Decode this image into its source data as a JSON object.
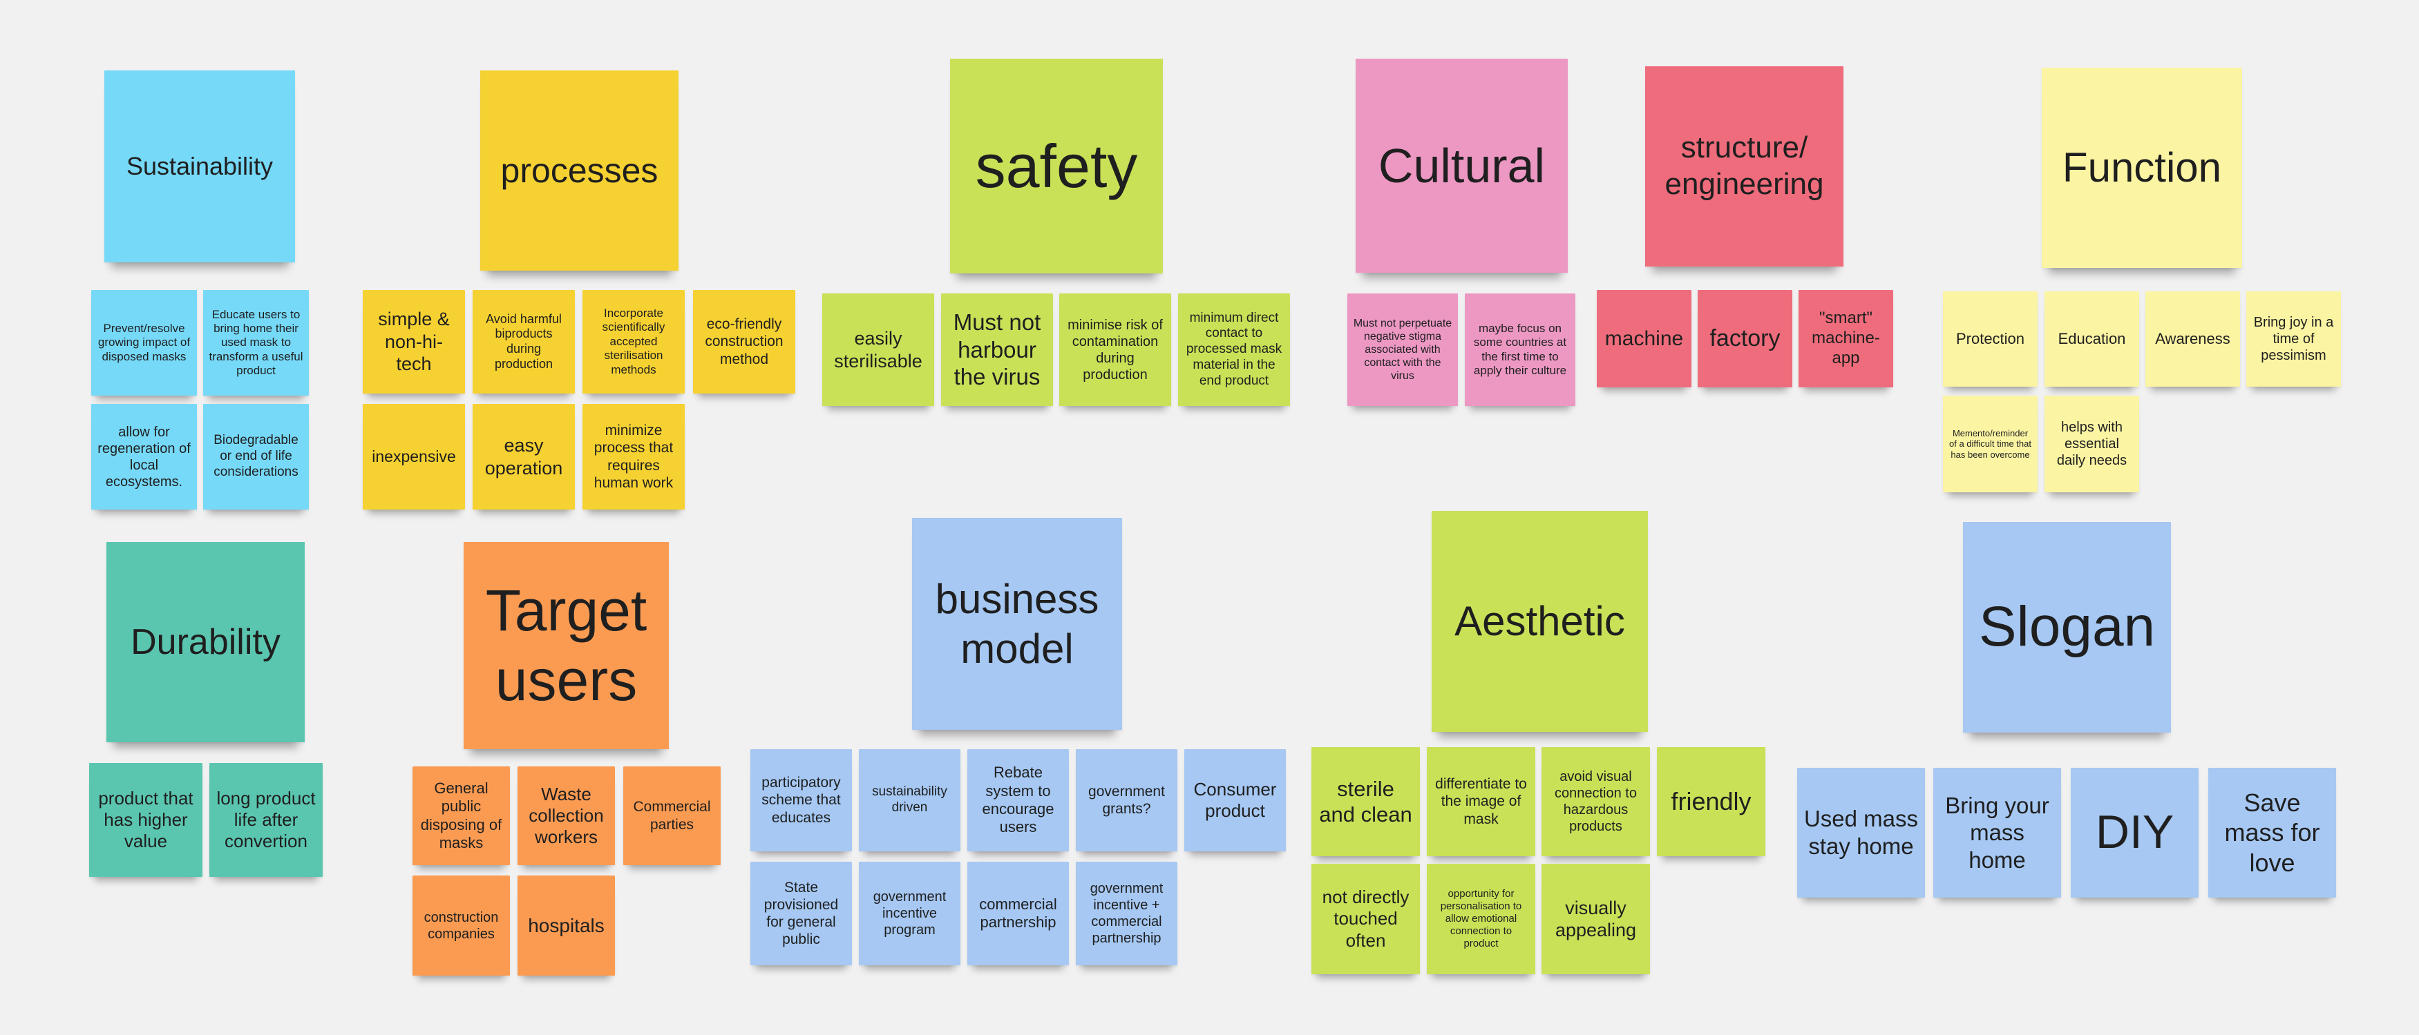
{
  "colors": {
    "blue": "#76d9f8",
    "yellow": "#f6d132",
    "lime": "#c9e157",
    "pink": "#ec98c3",
    "red": "#ee6c7b",
    "cream": "#fbf4a3",
    "teal": "#5bc6b0",
    "orange": "#fb9b52",
    "light_blue": "#a6c8f3",
    "background": "#f1f1f1"
  },
  "groups": {
    "sustainability": {
      "title": "Sustainability",
      "notes": [
        "Prevent/resolve growing impact of disposed masks",
        "Educate users to bring home their used mask to transform a useful product",
        "allow for regeneration of local ecosystems.",
        "Biodegradable or end of life considerations"
      ]
    },
    "processes": {
      "title": "processes",
      "notes": [
        "simple & non-hi-tech",
        "Avoid harmful biproducts during production",
        "Incorporate scientifically accepted sterilisation methods",
        "eco-friendly construction method",
        "inexpensive",
        "easy operation",
        "minimize process that requires human work"
      ]
    },
    "safety": {
      "title": "safety",
      "notes": [
        "easily sterilisable",
        "Must not harbour the virus",
        "minimise risk of contamination during production",
        "minimum direct contact to processed mask material in the end product"
      ]
    },
    "cultural": {
      "title": "Cultural",
      "notes": [
        "Must not perpetuate negative stigma associated with contact with the virus",
        "maybe focus on some countries at the first time to apply their culture"
      ]
    },
    "structure": {
      "title": "structure/ engineering",
      "notes": [
        "machine",
        "factory",
        "\"smart\" machine-app"
      ]
    },
    "function": {
      "title": "Function",
      "notes": [
        "Protection",
        "Education",
        "Awareness",
        "Bring joy in a time of pessimism",
        "Memento/reminder of a difficult time that has been overcome",
        "helps with essential daily needs"
      ]
    },
    "durability": {
      "title": "Durability",
      "notes": [
        "product that has higher value",
        "long product life after convertion"
      ]
    },
    "target_users": {
      "title": "Target users",
      "notes": [
        "General public disposing of masks",
        "Waste collection workers",
        "Commercial parties",
        "construction companies",
        "hospitals"
      ]
    },
    "business_model": {
      "title": "business model",
      "notes": [
        "participatory scheme that educates",
        "sustainability driven",
        "Rebate system to encourage users",
        "government grants?",
        "Consumer product",
        "State provisioned for general public",
        "government incentive program",
        "commercial partnership",
        "government incentive + commercial partnership"
      ]
    },
    "aesthetic": {
      "title": "Aesthetic",
      "notes": [
        "sterile and clean",
        "differentiate to the image of mask",
        "avoid visual connection to hazardous products",
        "friendly",
        "not directly touched often",
        "opportunity for personalisation to allow emotional connection to product",
        "visually appealing"
      ]
    },
    "slogan": {
      "title": "Slogan",
      "notes": [
        "Used mass stay home",
        "Bring your mass home",
        "DIY",
        "Save mass for love"
      ]
    }
  }
}
